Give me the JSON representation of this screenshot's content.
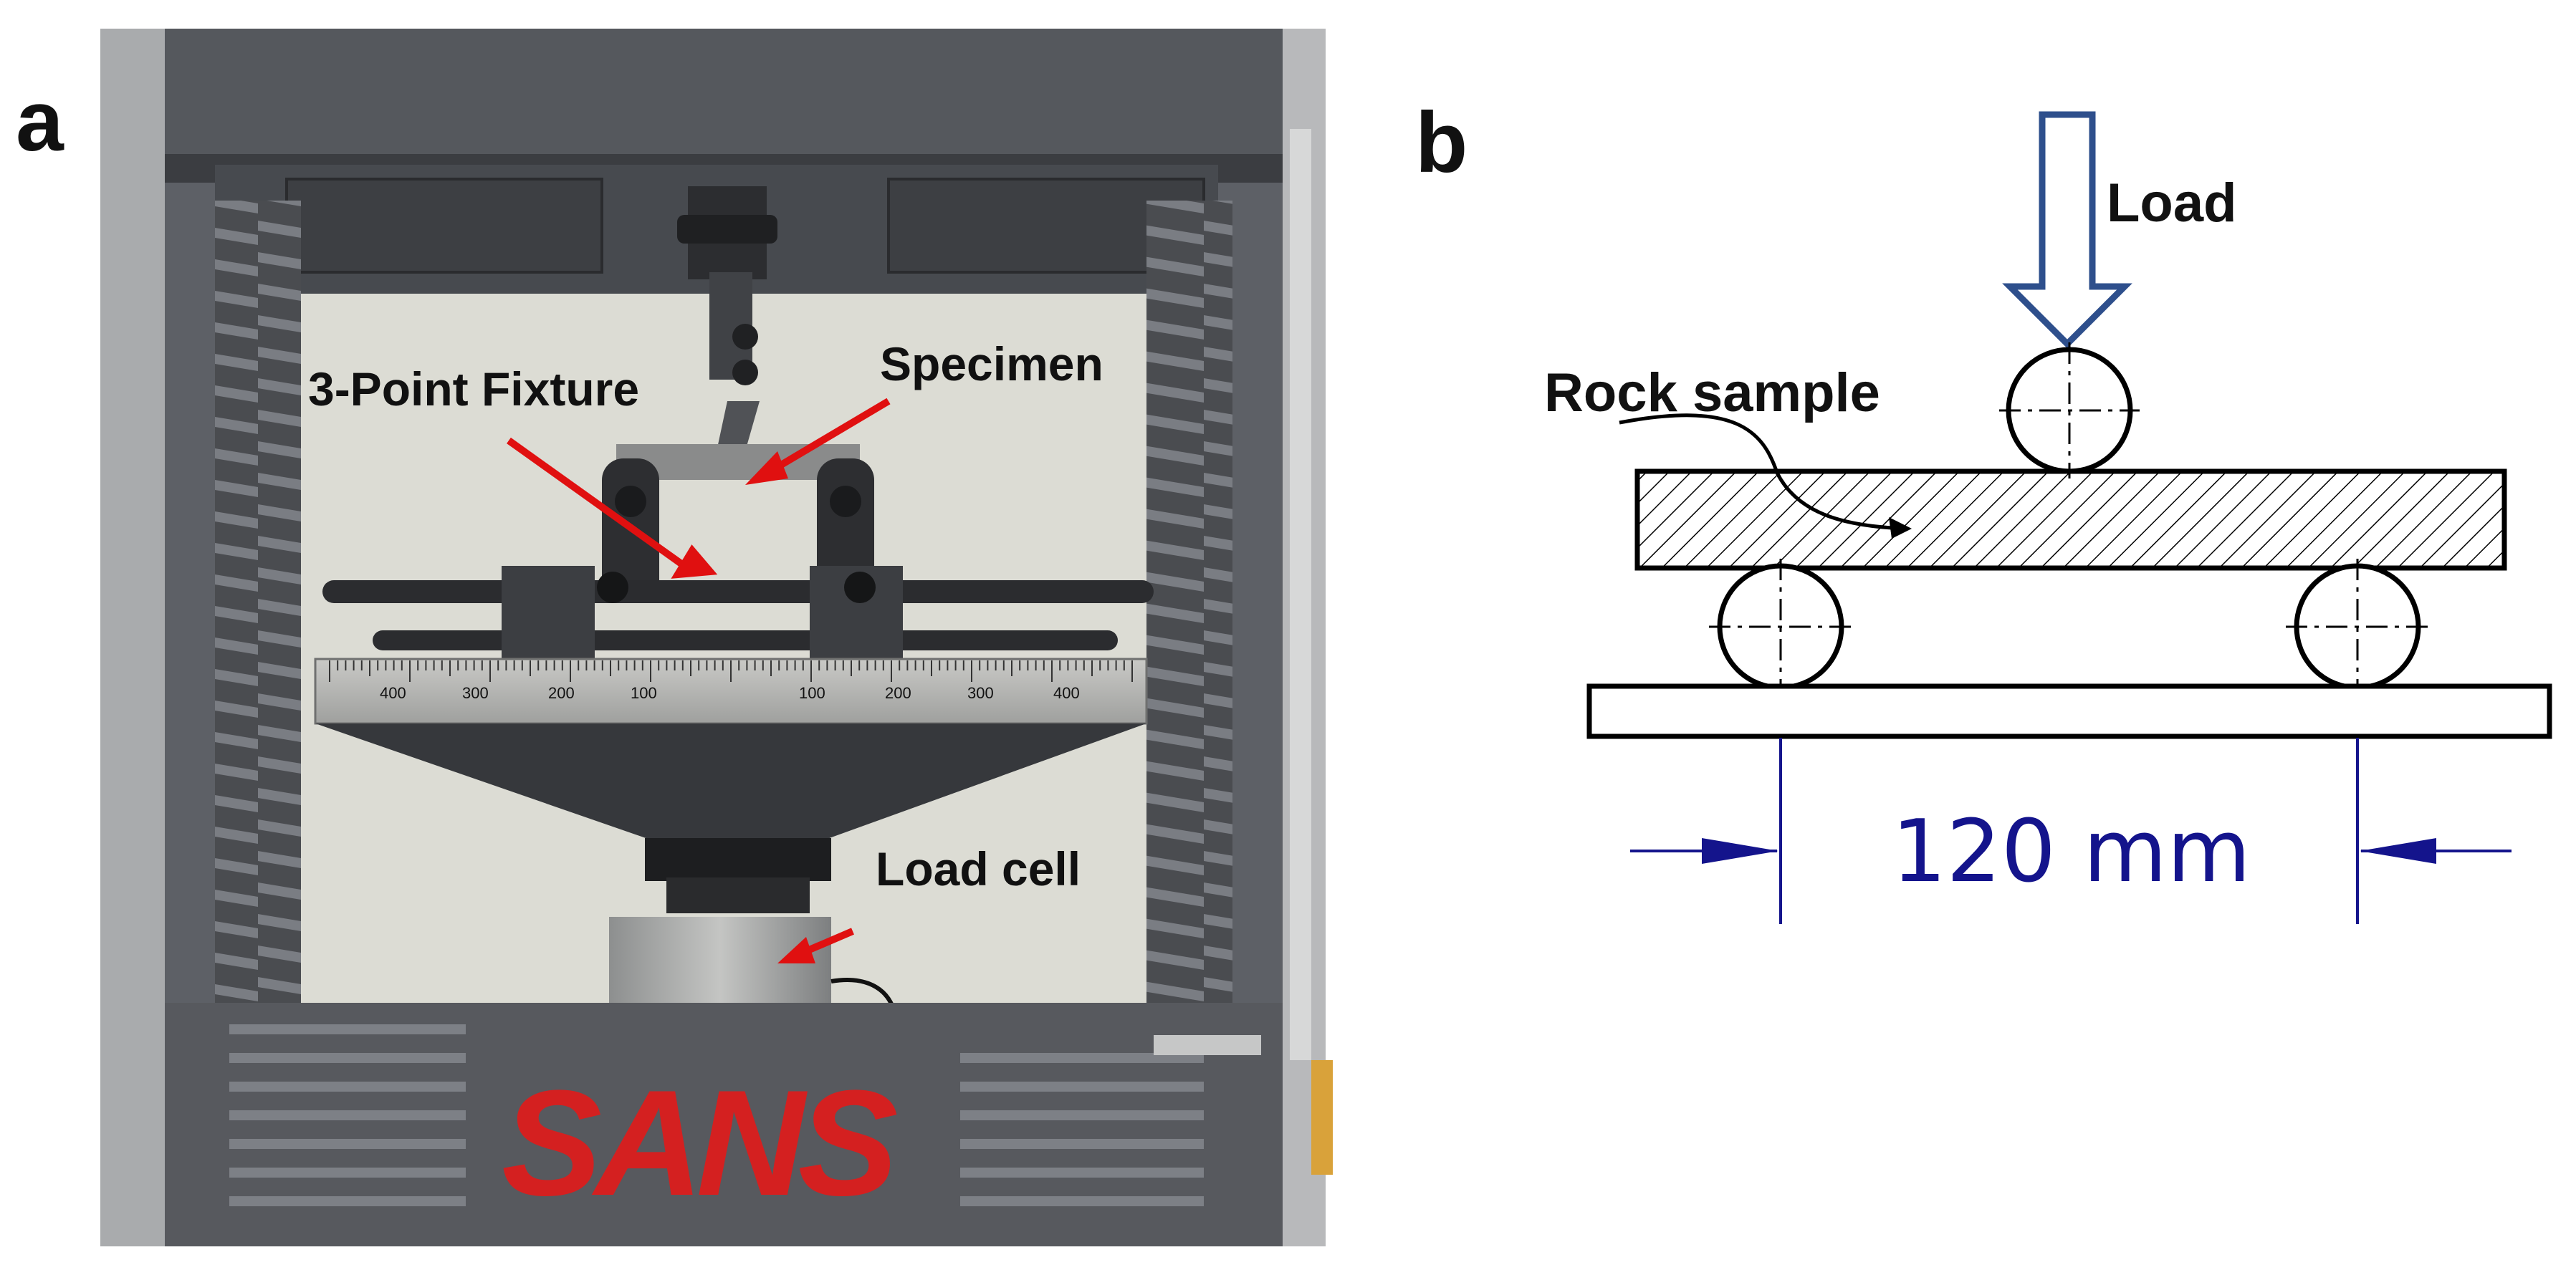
{
  "panel_a": {
    "letter": "a",
    "labels": {
      "fixture": "3-Point Fixture",
      "specimen": "Specimen",
      "load_cell": "Load cell"
    },
    "ruler_ticks": [
      "400",
      "300",
      "200",
      "100",
      "100",
      "200",
      "300",
      "400"
    ],
    "brand": "SANS",
    "colors": {
      "arrow": "#e01010",
      "brand": "#d42020",
      "frame": "#5a5d63"
    }
  },
  "panel_b": {
    "letter": "b",
    "labels": {
      "load": "Load",
      "rock_sample": "Rock sample",
      "span": "120 mm"
    },
    "colors": {
      "load_arrow": "#2e4f8c",
      "dimension": "#14148c",
      "outline": "#000000"
    }
  }
}
